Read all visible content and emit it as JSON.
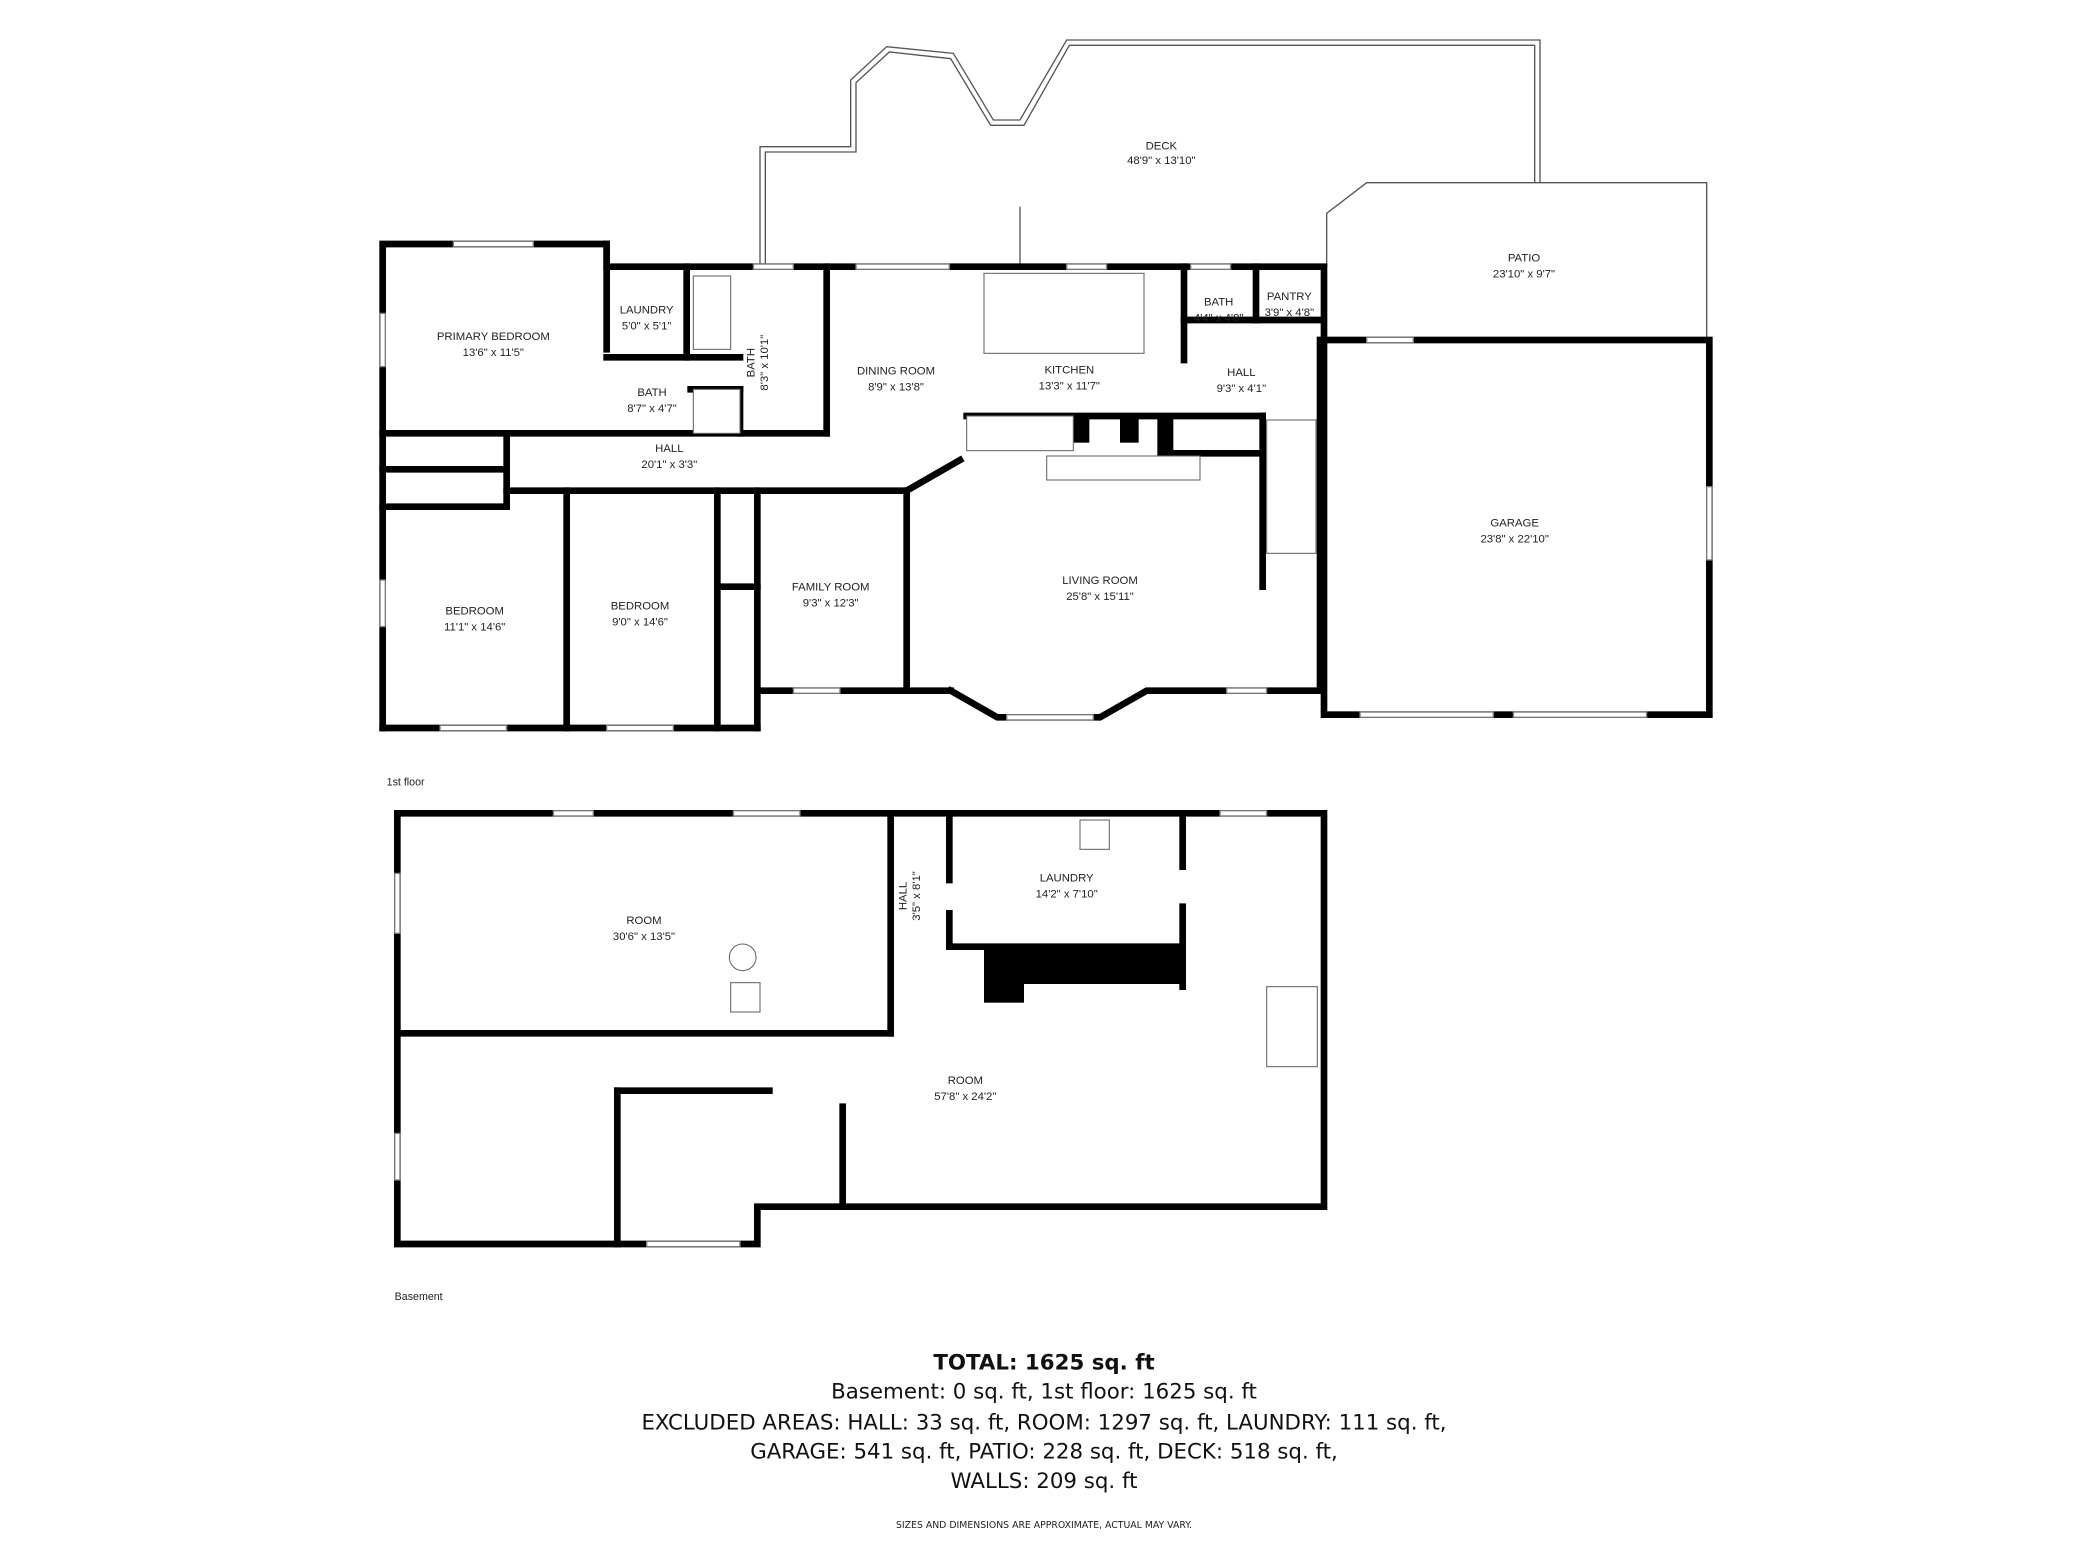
{
  "first_floor": {
    "label": "1st floor",
    "rooms": [
      {
        "name": "DECK",
        "dims": "48'9\" x 13'10\""
      },
      {
        "name": "PATIO",
        "dims": "23'10\" x 9'7\""
      },
      {
        "name": "PRIMARY BEDROOM",
        "dims": "13'6\" x 11'5\""
      },
      {
        "name": "LAUNDRY",
        "dims": "5'0\" x 5'1\""
      },
      {
        "name": "BATH",
        "dims": "8'7\" x 4'7\""
      },
      {
        "name": "BATH",
        "dims": "8'3\" x 10'1\""
      },
      {
        "name": "DINING ROOM",
        "dims": "8'9\" x 13'8\""
      },
      {
        "name": "KITCHEN",
        "dims": "13'3\" x 11'7\""
      },
      {
        "name": "BATH",
        "dims": "4'4\" x 4'8\""
      },
      {
        "name": "PANTRY",
        "dims": "3'9\" x 4'8\""
      },
      {
        "name": "HALL",
        "dims": "9'3\" x 4'1\""
      },
      {
        "name": "HALL",
        "dims": "20'1\" x 3'3\""
      },
      {
        "name": "GARAGE",
        "dims": "23'8\" x 22'10\""
      },
      {
        "name": "FAMILY ROOM",
        "dims": "9'3\" x 12'3\""
      },
      {
        "name": "LIVING ROOM",
        "dims": "25'8\" x 15'11\""
      },
      {
        "name": "BEDROOM",
        "dims": "11'1\" x 14'6\""
      },
      {
        "name": "BEDROOM",
        "dims": "9'0\" x 14'6\""
      }
    ]
  },
  "basement": {
    "label": "Basement",
    "rooms": [
      {
        "name": "ROOM",
        "dims": "30'6\" x 13'5\""
      },
      {
        "name": "HALL",
        "dims": "3'5\" x 8'1\""
      },
      {
        "name": "LAUNDRY",
        "dims": "14'2\" x 7'10\""
      },
      {
        "name": "ROOM",
        "dims": "57'8\" x 24'2\""
      }
    ]
  },
  "summary": {
    "total": "TOTAL: 1625 sq. ft",
    "floors": "Basement: 0 sq. ft, 1st floor: 1625 sq. ft",
    "excluded_1": "EXCLUDED AREAS: HALL: 33 sq. ft, ROOM: 1297 sq. ft, LAUNDRY: 111 sq. ft,",
    "excluded_2": "GARAGE: 541 sq. ft, PATIO: 228 sq. ft, DECK: 518 sq. ft,",
    "walls": "WALLS: 209 sq. ft",
    "disclaimer": "SIZES AND DIMENSIONS ARE APPROXIMATE, ACTUAL MAY VARY."
  },
  "colors": {
    "wall": "#000000",
    "background": "#ffffff"
  }
}
